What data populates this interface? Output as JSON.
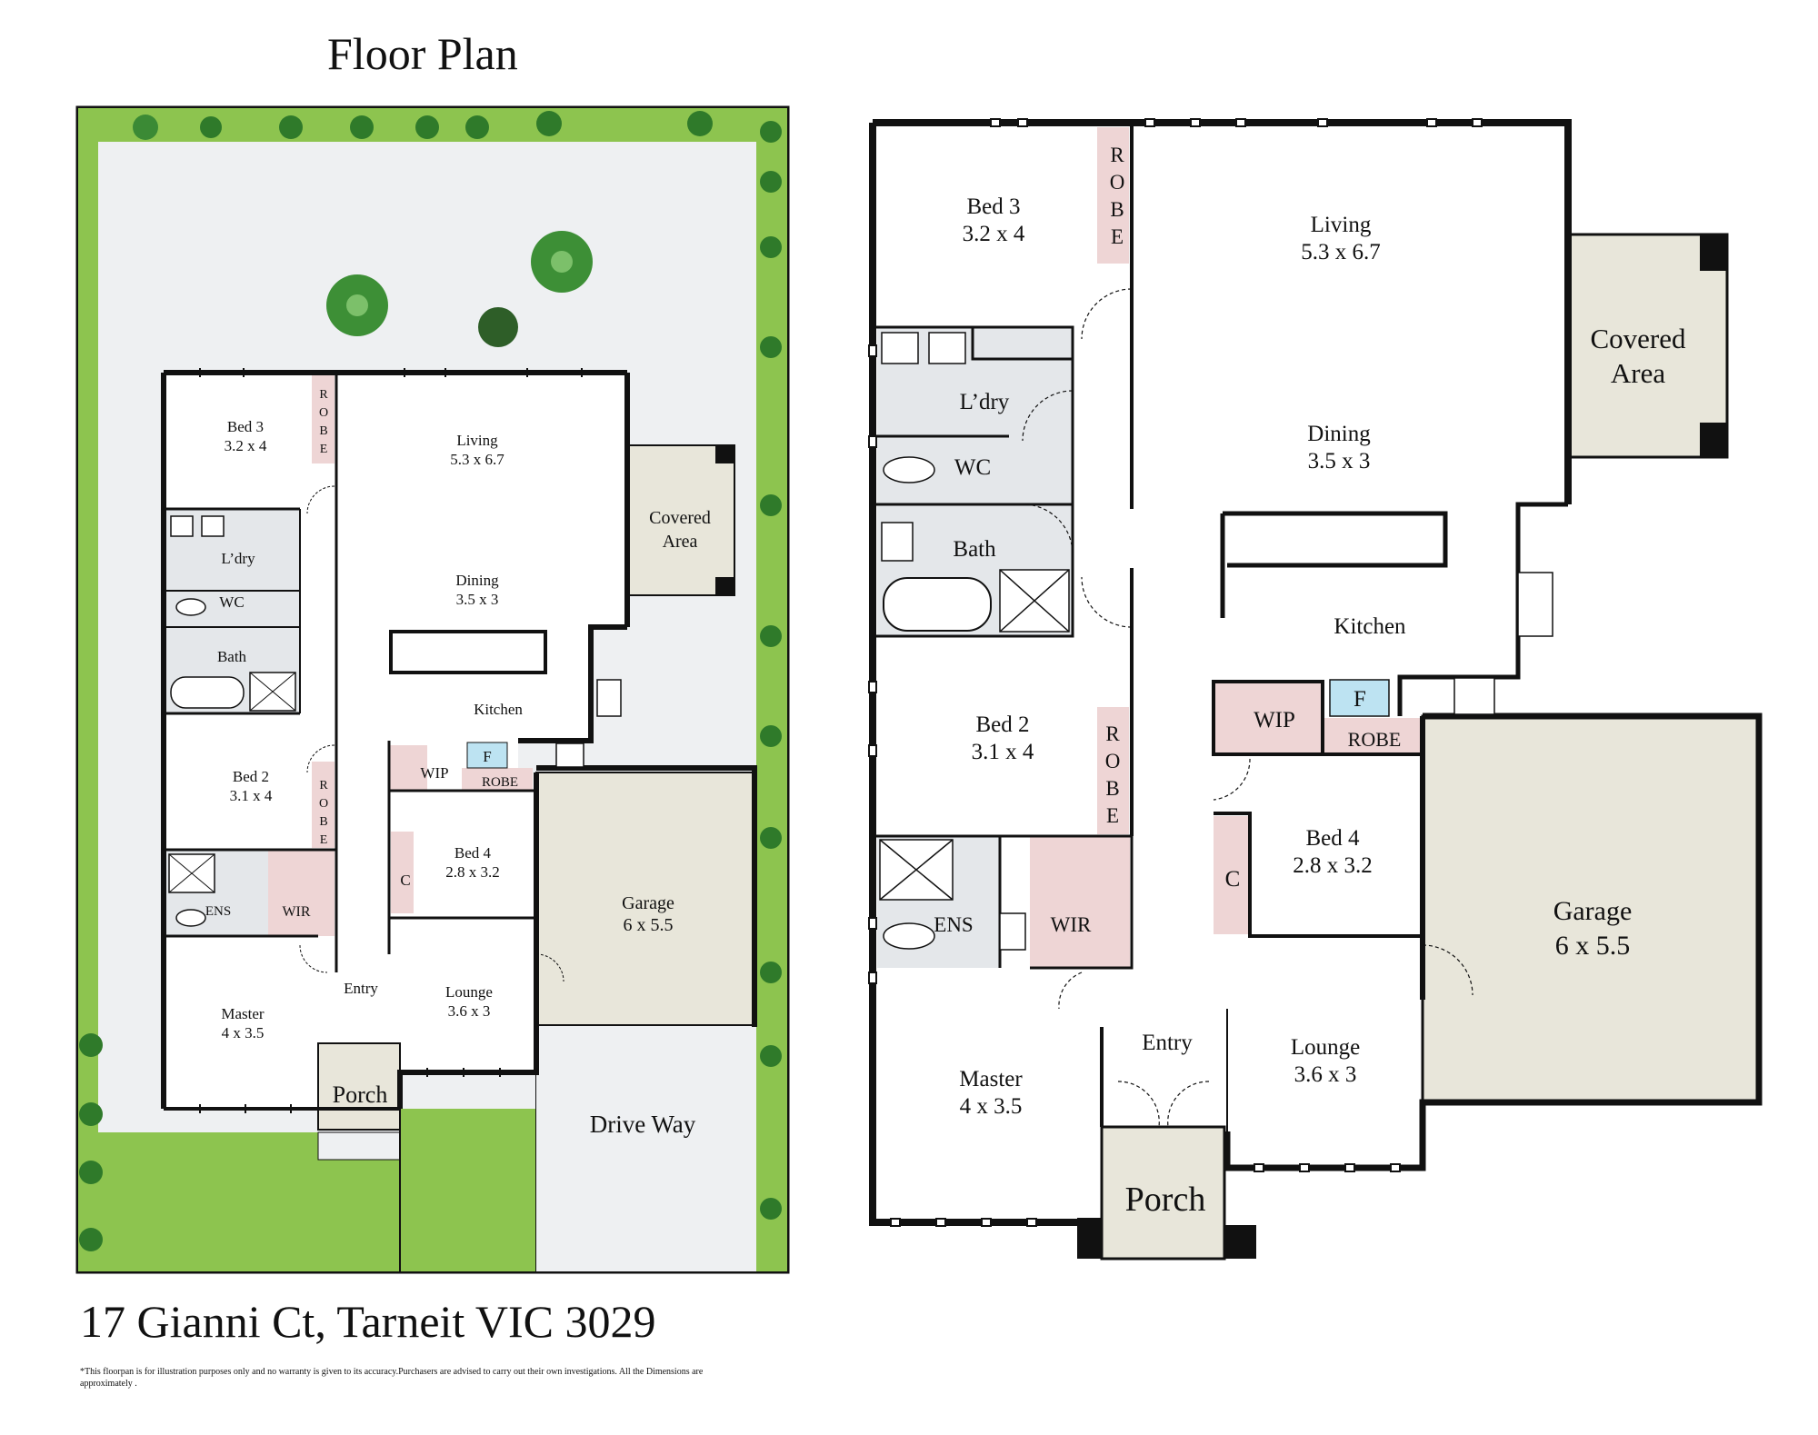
{
  "title": "Floor Plan",
  "address": "17 Gianni Ct, Tarneit VIC 3029",
  "disclaimer": "*This floorpan is for illustration purposes only and no warranty is given to its accuracy.Purchasers are advised to carry out their own investigations. All the Dimensions are approximately .",
  "colors": {
    "wall": "#111111",
    "lawn": "#8dc44f",
    "paving": "#eef0f2",
    "wet_area": "#e4e7ea",
    "robe_wip": "#eed5d5",
    "porch_garage": "#e8e6da",
    "fridge": "#bde3f2"
  },
  "site": {
    "drive_way": "Drive Way"
  },
  "rooms": {
    "bed3": {
      "name": "Bed 3",
      "size": "3.2 x 4"
    },
    "living": {
      "name": "Living",
      "size": "5.3 x 6.7"
    },
    "covered": {
      "name": "Covered",
      "name2": "Area"
    },
    "dining": {
      "name": "Dining",
      "size": "3.5 x 3"
    },
    "ldry": {
      "name": "L’dry"
    },
    "wc": {
      "name": "WC"
    },
    "bath": {
      "name": "Bath"
    },
    "kitchen": {
      "name": "Kitchen"
    },
    "wip": {
      "name": "WIP"
    },
    "fridge": {
      "name": "F"
    },
    "robe": {
      "name": "ROBE"
    },
    "robe_letters": [
      "R",
      "O",
      "B",
      "E"
    ],
    "bed2": {
      "name": "Bed 2",
      "size": "3.1 x 4"
    },
    "bed4": {
      "name": "Bed 4",
      "size": "2.8 x 3.2"
    },
    "cupboard": {
      "name": "C"
    },
    "garage": {
      "name": "Garage",
      "size": "6 x 5.5"
    },
    "ens": {
      "name": "ENS"
    },
    "wir": {
      "name": "WIR"
    },
    "entry": {
      "name": "Entry"
    },
    "lounge": {
      "name": "Lounge",
      "size": "3.6 x 3"
    },
    "master": {
      "name": "Master",
      "size": "4 x 3.5"
    },
    "porch": {
      "name": "Porch"
    }
  }
}
